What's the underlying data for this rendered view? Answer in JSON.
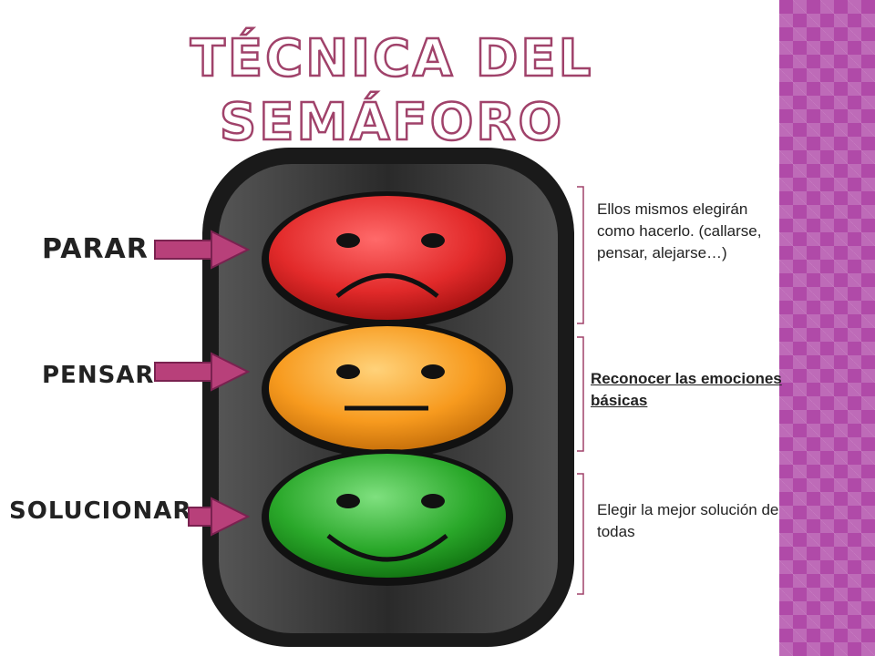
{
  "title": "TÉCNICA DEL SEMÁFORO",
  "labels": {
    "parar": "PARAR",
    "pensar": "PENSAR",
    "solucionar": "SOLUCIONAR"
  },
  "notes": {
    "red": "Ellos mismos elegirán como hacerlo. (callarse, pensar, alejarse…)",
    "orange": "Reconocer las emociones básicas",
    "green": "Elegir la mejor solución de todas"
  },
  "colors": {
    "accent": "#a0426a",
    "arrow": "#b8407a",
    "light_red": "#e22a2a",
    "light_orange": "#f79a1e",
    "light_green": "#2aa82a",
    "side_strip": "#b04aa8"
  }
}
